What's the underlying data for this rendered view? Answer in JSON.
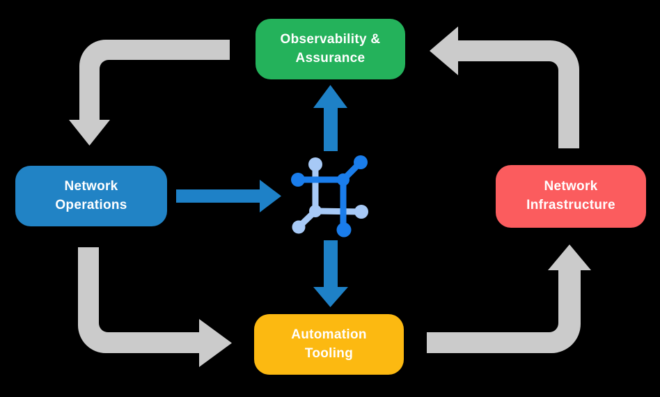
{
  "diagram": {
    "background_color": "#000000",
    "text_color": "#FFFFFF",
    "nodes": {
      "observability": {
        "label": "Observability &\nAssurance",
        "color": "#24B25B"
      },
      "operations": {
        "label": "Network\nOperations",
        "color": "#2183C5"
      },
      "infrastructure": {
        "label": "Network\nInfrastructure",
        "color": "#FB5C5E"
      },
      "automation": {
        "label": "Automation\nTooling",
        "color": "#FCB911"
      }
    },
    "arrows": {
      "flow_color": "#CBCBCB",
      "accent_color": "#1E81C7",
      "flow_sequence": [
        "observability -> operations",
        "operations -> automation",
        "automation -> infrastructure",
        "infrastructure -> observability"
      ],
      "accent_sequence": [
        "operations -> platform-icon",
        "platform-icon -> observability",
        "platform-icon -> automation"
      ]
    },
    "icon": {
      "name": "network-mesh-icon",
      "dark_color": "#1A7DEB",
      "light_color": "#A7C9F6"
    }
  }
}
